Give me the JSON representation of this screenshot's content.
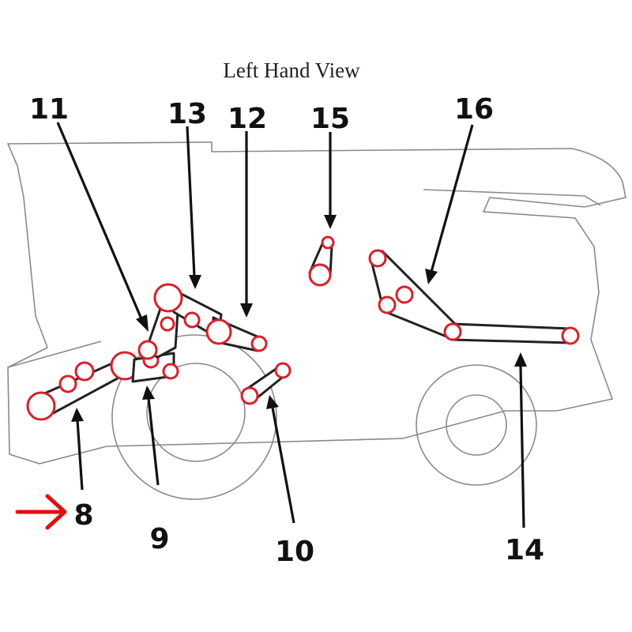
{
  "title": "Left Hand View",
  "callouts": {
    "c8": "8",
    "c9": "9",
    "c10": "10",
    "c11": "11",
    "c12": "12",
    "c13": "13",
    "c14": "14",
    "c15": "15",
    "c16": "16"
  },
  "highlighted_callout": "8",
  "colors": {
    "pulley_outline": "#d8202c",
    "indicator_arrow": "#e01010",
    "belt_stroke": "#222222",
    "machine_outline": "#8a8a8a"
  },
  "icons": {
    "indicator": "red-arrow-right-icon"
  }
}
